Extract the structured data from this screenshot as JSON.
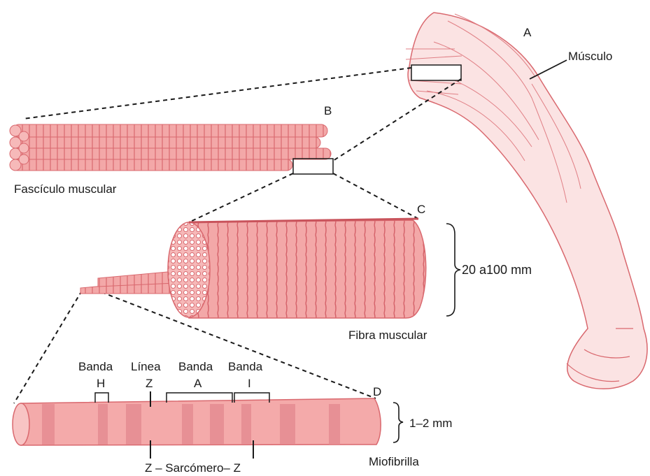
{
  "labels": {
    "letter_a": "A",
    "musculo": "Músculo",
    "letter_b": "B",
    "fasciculo": "Fascículo muscular",
    "letter_c": "C",
    "fiber_size": "20 a100 mm",
    "fibra": "Fibra muscular",
    "banda_h_1": "Banda",
    "banda_h_2": "H",
    "linea_z_1": "Línea",
    "linea_z_2": "Z",
    "banda_a_1": "Banda",
    "banda_a_2": "A",
    "banda_i_1": "Banda",
    "banda_i_2": "I",
    "letter_d": "D",
    "myofibril_size": "1–2 mm",
    "miofibrilla": "Miofibrilla",
    "sarcomero": "Z – Sarcómero– Z"
  },
  "colors": {
    "tissue_fill": "#f2a3a3",
    "tissue_stroke": "#d9686e",
    "tissue_dark": "#c9545c",
    "ink": "#1a1a1a"
  }
}
